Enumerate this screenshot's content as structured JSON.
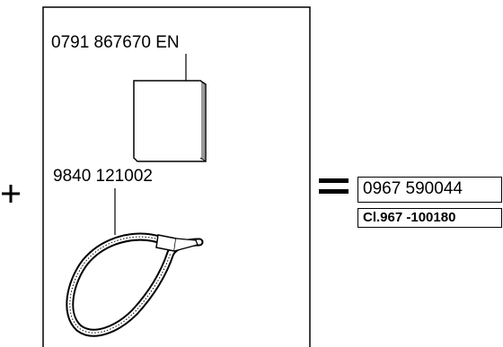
{
  "parts": {
    "manual_ref": "0791 867670 EN",
    "strap_ref": "9840 121002"
  },
  "result": {
    "kit_ref": "0967 590044",
    "class_ref": "Cl.967 -100180"
  },
  "colors": {
    "line": "#000000",
    "background": "#ffffff"
  }
}
